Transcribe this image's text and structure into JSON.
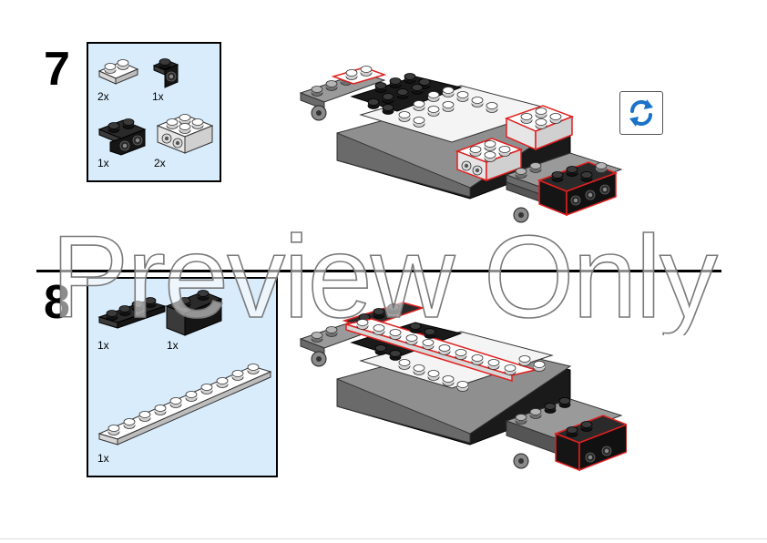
{
  "steps": [
    {
      "number": "7",
      "parts": [
        {
          "qty": "2x",
          "icon": "white-plate-1x2-icon"
        },
        {
          "qty": "1x",
          "icon": "black-bracket-1x1-icon"
        },
        {
          "qty": "1x",
          "icon": "black-bracket-1x2-icon"
        },
        {
          "qty": "2x",
          "icon": "white-brick-2x2-side-studs-icon"
        }
      ]
    },
    {
      "number": "8",
      "parts": [
        {
          "qty": "1x",
          "icon": "black-plate-1x4-icon"
        },
        {
          "qty": "1x",
          "icon": "black-brick-1x2-side-studs-icon"
        },
        {
          "qty": "1x",
          "icon": "white-plate-1x10-icon"
        }
      ]
    }
  ],
  "watermark": "Preview Only",
  "colors": {
    "parts_box_bg": "#d9ecfb",
    "highlight": "#e02020",
    "rotate_icon": "#1a73c8",
    "gray_brick": "#9a9a9a",
    "dark_gray": "#5a5a5a",
    "black_brick": "#1a1a1a",
    "white_brick": "#f4f4f4"
  }
}
